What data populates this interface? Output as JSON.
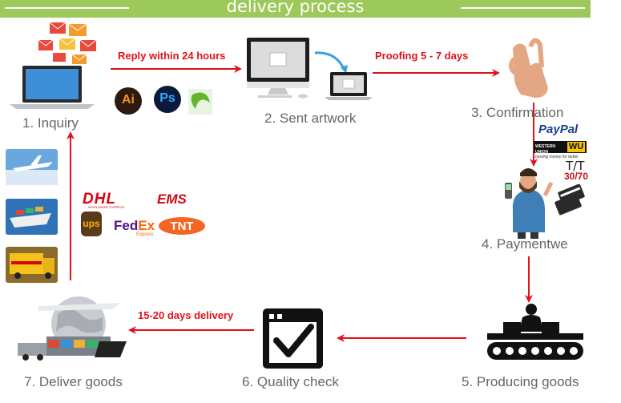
{
  "title": "delivery process",
  "steps": [
    {
      "label": "1. Inquiry"
    },
    {
      "label": "2. Sent artwork"
    },
    {
      "label": "3. Confirmation"
    },
    {
      "label": "4. Paymentwe"
    },
    {
      "label": "5. Producing goods"
    },
    {
      "label": "6. Quality check"
    },
    {
      "label": "7. Deliver goods"
    }
  ],
  "arrows": {
    "reply": "Reply within 24 hours",
    "proofing": "Proofing 5 - 7 days",
    "delivery": "15-20 days delivery"
  },
  "software": [
    "Ai",
    "Ps"
  ],
  "payment": {
    "paypal": "PayPal",
    "western_union": "WESTERN UNION",
    "wu": "WU",
    "wu_tagline": "moving money for better",
    "tt": "T/T",
    "tt_split": "30/70"
  },
  "couriers": {
    "dhl": "DHL",
    "dhl_tagline": "WORLDWIDE EXPRESS",
    "ems": "EMS",
    "ups": "ups",
    "fedex_fed": "Fed",
    "fedex_ex": "Ex",
    "fedex_express": "Express",
    "tnt": "TNT"
  },
  "colors": {
    "banner": "#9dc85a",
    "arrow": "#e0121b",
    "label": "#666666"
  }
}
